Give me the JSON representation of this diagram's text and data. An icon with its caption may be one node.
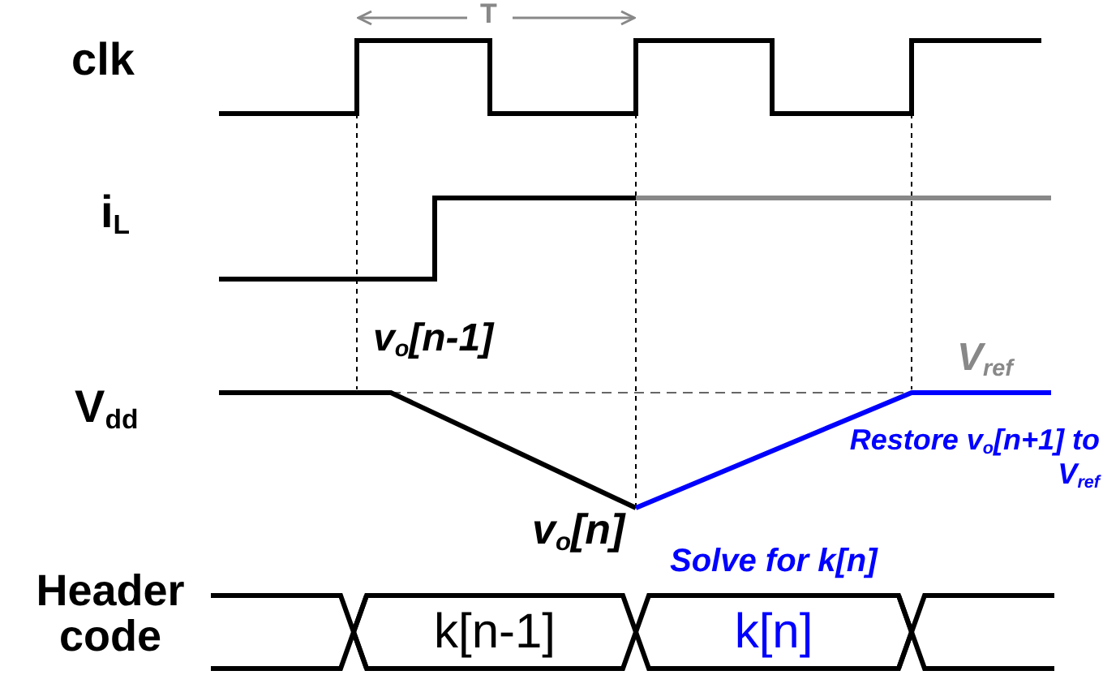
{
  "diagram": {
    "nodes": [
      {
        "text": [
          "k[n-1]"
        ]
      },
      {
        "text": [
          "k[n]"
        ]
      }
    ],
    "labels": [
      "T",
      "clk",
      "i$_{L}$",
      "v$_{o}$[n-1]",
      "V$_{ref}$",
      "V$_{dd}$",
      "Restore v$_{o}$[n+1]  to V$_{ref}$",
      "v$_{o}$[n]",
      "Solve for k[n]",
      "Header code"
    ]
  }
}
